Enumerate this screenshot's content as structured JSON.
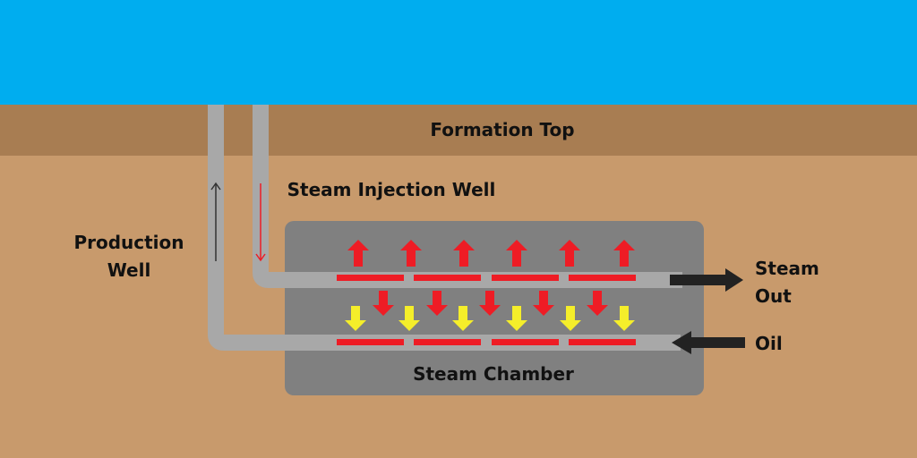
{
  "title": "Steam Assisted Gravity Drainage (SAGD) diagram",
  "labels": {
    "formation_top": "Formation Top",
    "steam_injection_well": "Steam Injection Well",
    "production_well_line1": "Production",
    "production_well_line2": "Well",
    "steam_out_line1": "Steam",
    "steam_out_line2": "Out",
    "oil": "Oil",
    "steam_chamber": "Steam Chamber"
  },
  "colors": {
    "sky": "#00adef",
    "formation_band": "#a87d52",
    "ground": "#c89a6c",
    "pipe": "#a8a8a8",
    "chamber": "#808080",
    "heat_red": "#ee1c25",
    "oil_yellow": "#f5ee2a",
    "flow_arrow": "#222222"
  },
  "elements": {
    "red_up_arrow_count": 6,
    "red_down_arrow_count": 5,
    "yellow_down_arrow_count": 6,
    "slot_segments_per_well": 4
  }
}
